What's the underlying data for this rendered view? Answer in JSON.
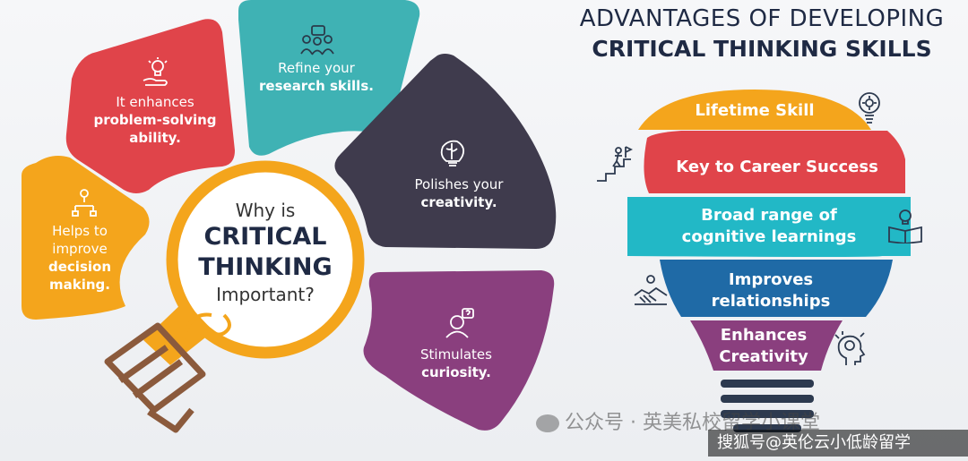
{
  "left_diagram": {
    "center": {
      "line1": "Why is",
      "line2": "CRITICAL",
      "line3": "THINKING",
      "line4": "Important?"
    },
    "petals": [
      {
        "id": "decision",
        "color": "#f4a51c",
        "line1": "Helps to",
        "line2": "improve",
        "bold1": "decision",
        "bold2": "making.",
        "icon": "decision-icon"
      },
      {
        "id": "problem",
        "color": "#e0444a",
        "line1": "It enhances",
        "bold1": "problem-solving",
        "bold2": "ability.",
        "icon": "hand-lightbulb-icon"
      },
      {
        "id": "research",
        "color": "#3fb2b4",
        "line1": "Refine your",
        "bold1": "research skills.",
        "icon": "team-research-icon"
      },
      {
        "id": "creativity",
        "color": "#3f3b4d",
        "line1": "Polishes your",
        "bold1": "creativity.",
        "icon": "brain-bulb-icon"
      },
      {
        "id": "curiosity",
        "color": "#8a3f7e",
        "line1": "Stimulates",
        "bold1": "curiosity.",
        "icon": "curious-person-icon"
      }
    ],
    "bulb_color": "#f4a51c",
    "base_color": "#8b5a3c"
  },
  "right_diagram": {
    "title_line1": "ADVANTAGES OF DEVELOPING",
    "title_line2": "CRITICAL THINKING SKILLS",
    "bands": [
      {
        "label1": "Lifetime Skill",
        "label2": "",
        "color": "#f4a51c",
        "icon": "bulb-gear-icon"
      },
      {
        "label1": "Key to Career Success",
        "label2": "",
        "color": "#e0444a",
        "icon": "career-stairs-icon"
      },
      {
        "label1": "Broad range of",
        "label2": "cognitive learnings",
        "color": "#22b8c6",
        "icon": "book-bulb-icon"
      },
      {
        "label1": "Improves",
        "label2": "relationships",
        "color": "#1f6aa6",
        "icon": "handshake-icon"
      },
      {
        "label1": "Enhances",
        "label2": "Creativity",
        "color": "#8a3f7e",
        "icon": "head-idea-icon"
      }
    ],
    "base_color": "#2d3a4f"
  },
  "watermark": {
    "wechat": "公众号 · 英美私校留学小课堂",
    "sohu": "搜狐号@英伦云小低龄留学"
  }
}
